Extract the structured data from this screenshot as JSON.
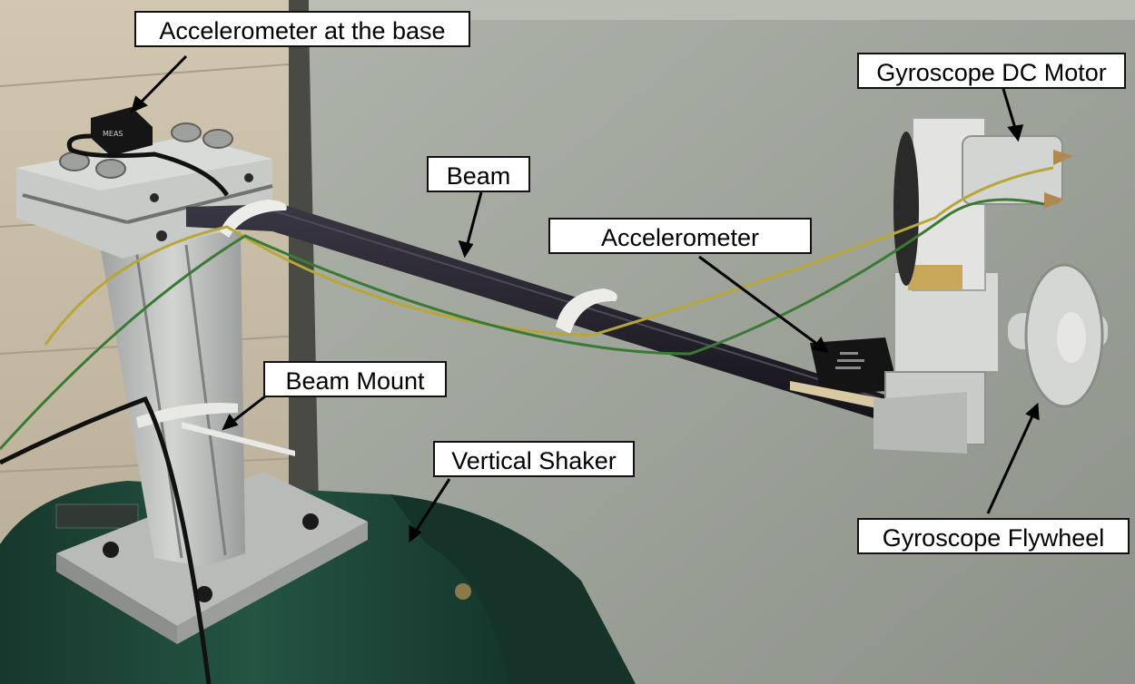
{
  "labels": {
    "accel_base": "Accelerometer at the base",
    "gyro_motor": "Gyroscope DC Motor",
    "beam": "Beam",
    "accelerometer": "Accelerometer",
    "beam_mount": "Beam Mount",
    "vertical_shaker": "Vertical Shaker",
    "gyro_flywheel": "Gyroscope Flywheel"
  },
  "sensor_marking": "MEAS",
  "colors": {
    "panel": "#9ea39a",
    "wall": "#c9bda6",
    "shaker": "#1f4a3a",
    "beam": "#1c1a24",
    "aluminum": "#c4c6c4",
    "wire_yellow": "#b7a63a",
    "wire_green": "#3b7a35"
  }
}
